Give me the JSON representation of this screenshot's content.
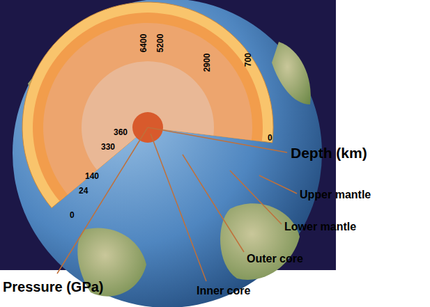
{
  "diagram": {
    "labels": [
      "6400",
      "5200",
      "2900",
      "700",
      "0",
      "Depth (km)",
      "360",
      "330",
      "140",
      "24",
      "0",
      "Pressure (GPa)",
      "Upper mantle",
      "Lower mantle",
      "Outer core",
      "Inner core"
    ]
  }
}
